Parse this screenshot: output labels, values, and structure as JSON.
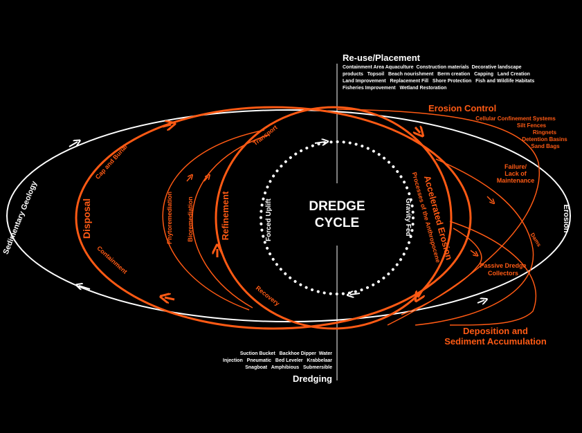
{
  "center": {
    "line1": "DREDGE",
    "line2": "CYCLE"
  },
  "reuse": {
    "title": "Re-use/Placement",
    "lines": [
      "Containment Area Aquaculture  Construction materials  Decorative landscape",
      "products   Topsoil   Beach nourishment   Berm creation   Capping   Land Creation",
      "Land Improvement   Replacement Fill   Shore Protection   Fish and Wildlife Habitats",
      "Fisheries Improvement   Wetland Restoration"
    ]
  },
  "dredging": {
    "title": "Dredging",
    "lines": [
      "Suction Bucket   Backhoe Dipper  Water",
      "Injection   Pneumatic   Bed Leveler   Krabbelaar",
      "Snagboat   Amphibious   Submersible"
    ]
  },
  "erosion_control": {
    "title": "Erosion Control",
    "items": [
      "Cellular Confinement Systems",
      "Silt Fences",
      "Ringnets",
      "Detention Basins",
      "Sand Bags"
    ]
  },
  "labels": {
    "failure1": "Failure/",
    "failure2": "Lack of",
    "failure3": "Maintenance",
    "passive1": "Passive Dredge",
    "passive2": "Collectors",
    "deposition1": "Deposition and",
    "deposition2": "Sediment Accumulation",
    "sedimentary_geology": "Sedimentary Geology",
    "erosion": "Erosion",
    "disposal": "Disposal",
    "cap_and_burial": "Cap and Burial",
    "containment": "Containment",
    "phytoremediation": "Phytoremediation",
    "bioremediation": "Bioremediation",
    "refinement": "Refinement",
    "transport": "Transport",
    "recovery": "Recovery",
    "forced_uplift": "Forced Uplift",
    "gravity_fed": "Gravity Fed",
    "accelerated_erosion": "Accelerated Erosion",
    "anthropocene": "Processes of the Anthropocene",
    "dams": "Dams"
  },
  "colors": {
    "accent": "#ff5a14",
    "line": "#ffffff",
    "background": "#000000"
  }
}
